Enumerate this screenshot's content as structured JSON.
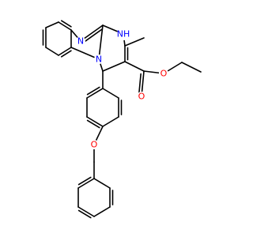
{
  "molecule": {
    "colors": {
      "carbon_bond": "#000000",
      "nitrogen": "#0000ff",
      "oxygen": "#ff0000",
      "background": "#ffffff"
    },
    "atom_labels": {
      "imine_n": "N",
      "nh": "NH",
      "bridge_n": "N",
      "ester_carbonyl_o": "O",
      "ester_o": "O",
      "ether_o": "O"
    }
  }
}
